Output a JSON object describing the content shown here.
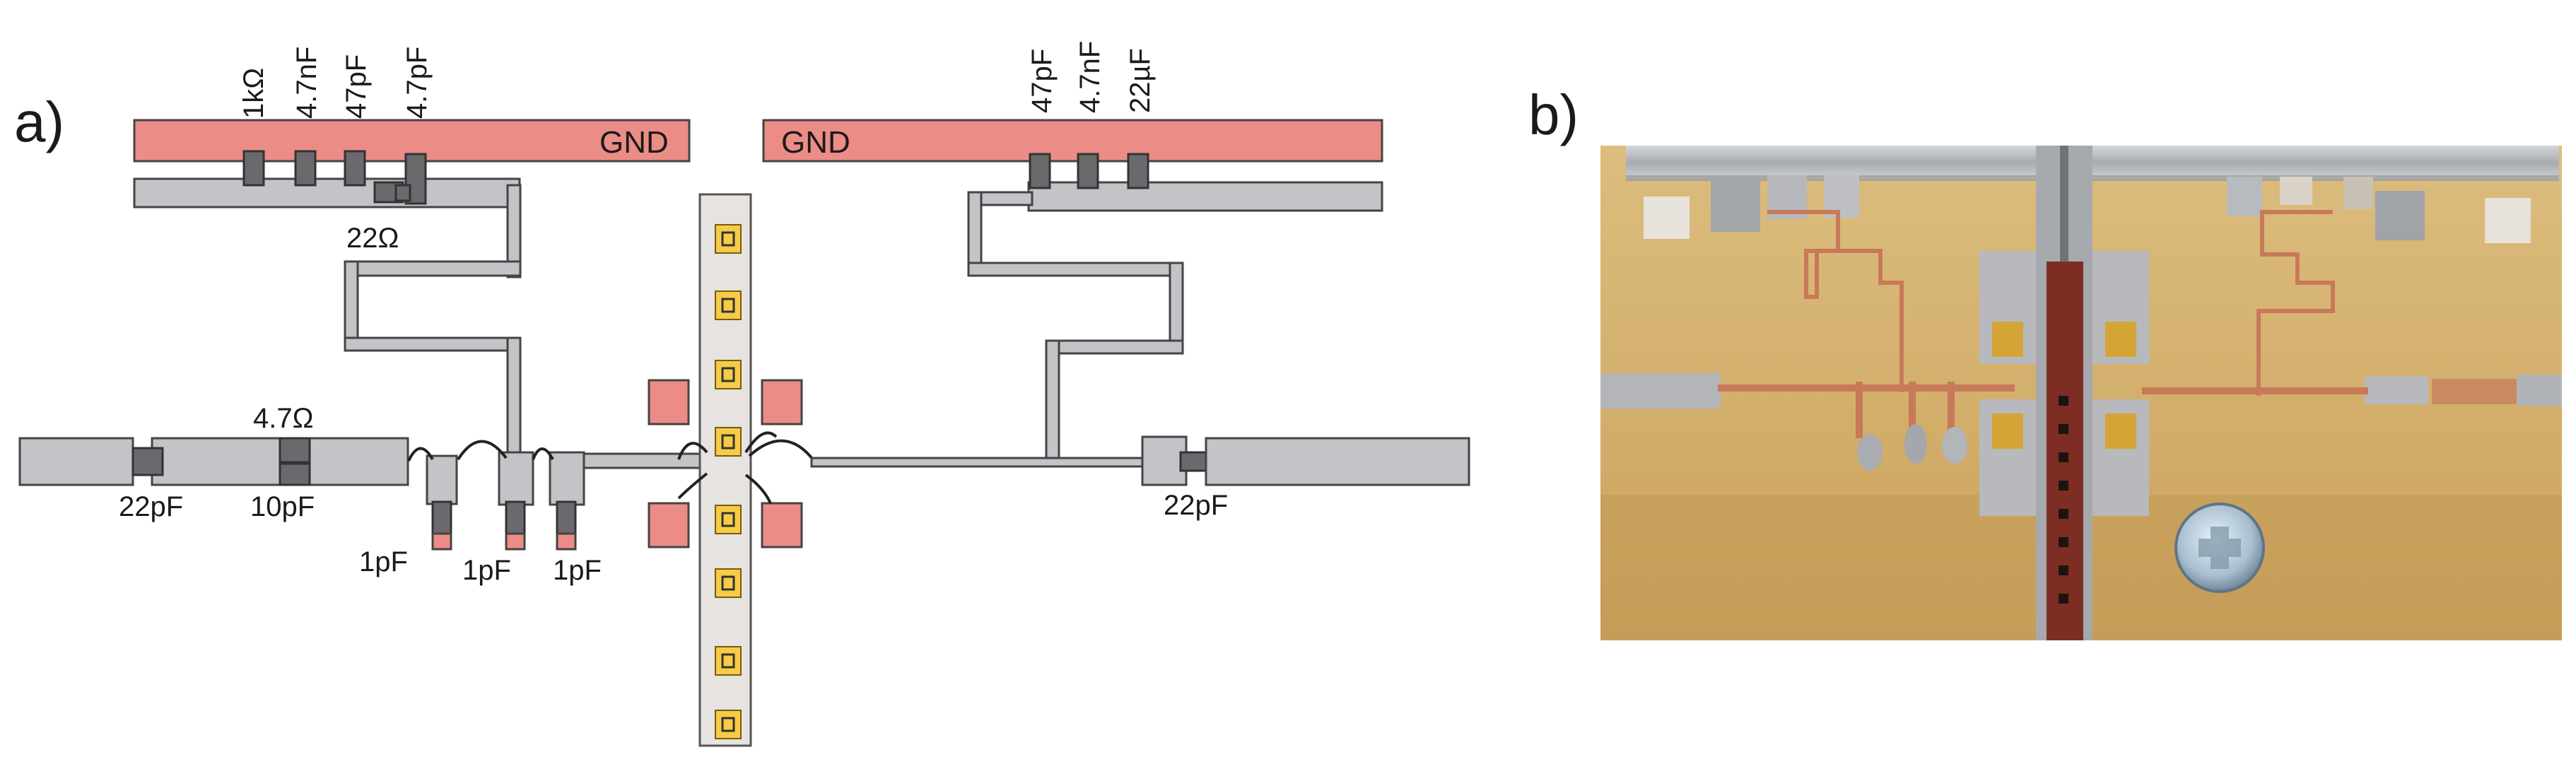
{
  "panel_a": {
    "label": "a)",
    "gnd_left": "GND",
    "gnd_right": "GND",
    "top_left_components": [
      "1kΩ",
      "4.7nF",
      "47pF",
      "4.7pF"
    ],
    "top_right_components": [
      "47pF",
      "4.7nF",
      "22µF"
    ],
    "resistor_22": "22Ω",
    "resistor_4_7": "4.7Ω",
    "cap_22pF_left": "22pF",
    "cap_10pF": "10pF",
    "cap_1pF_a": "1pF",
    "cap_1pF_b": "1pF",
    "cap_1pF_c": "1pF",
    "cap_22pF_right": "22pF"
  },
  "panel_b": {
    "label": "b)"
  },
  "colors": {
    "trace": "#c3c3c8",
    "ground_plane": "#ec8c86",
    "component": "#6a6a6e",
    "gold_pad": "#f5cc45",
    "substrate": "#d2b070"
  }
}
